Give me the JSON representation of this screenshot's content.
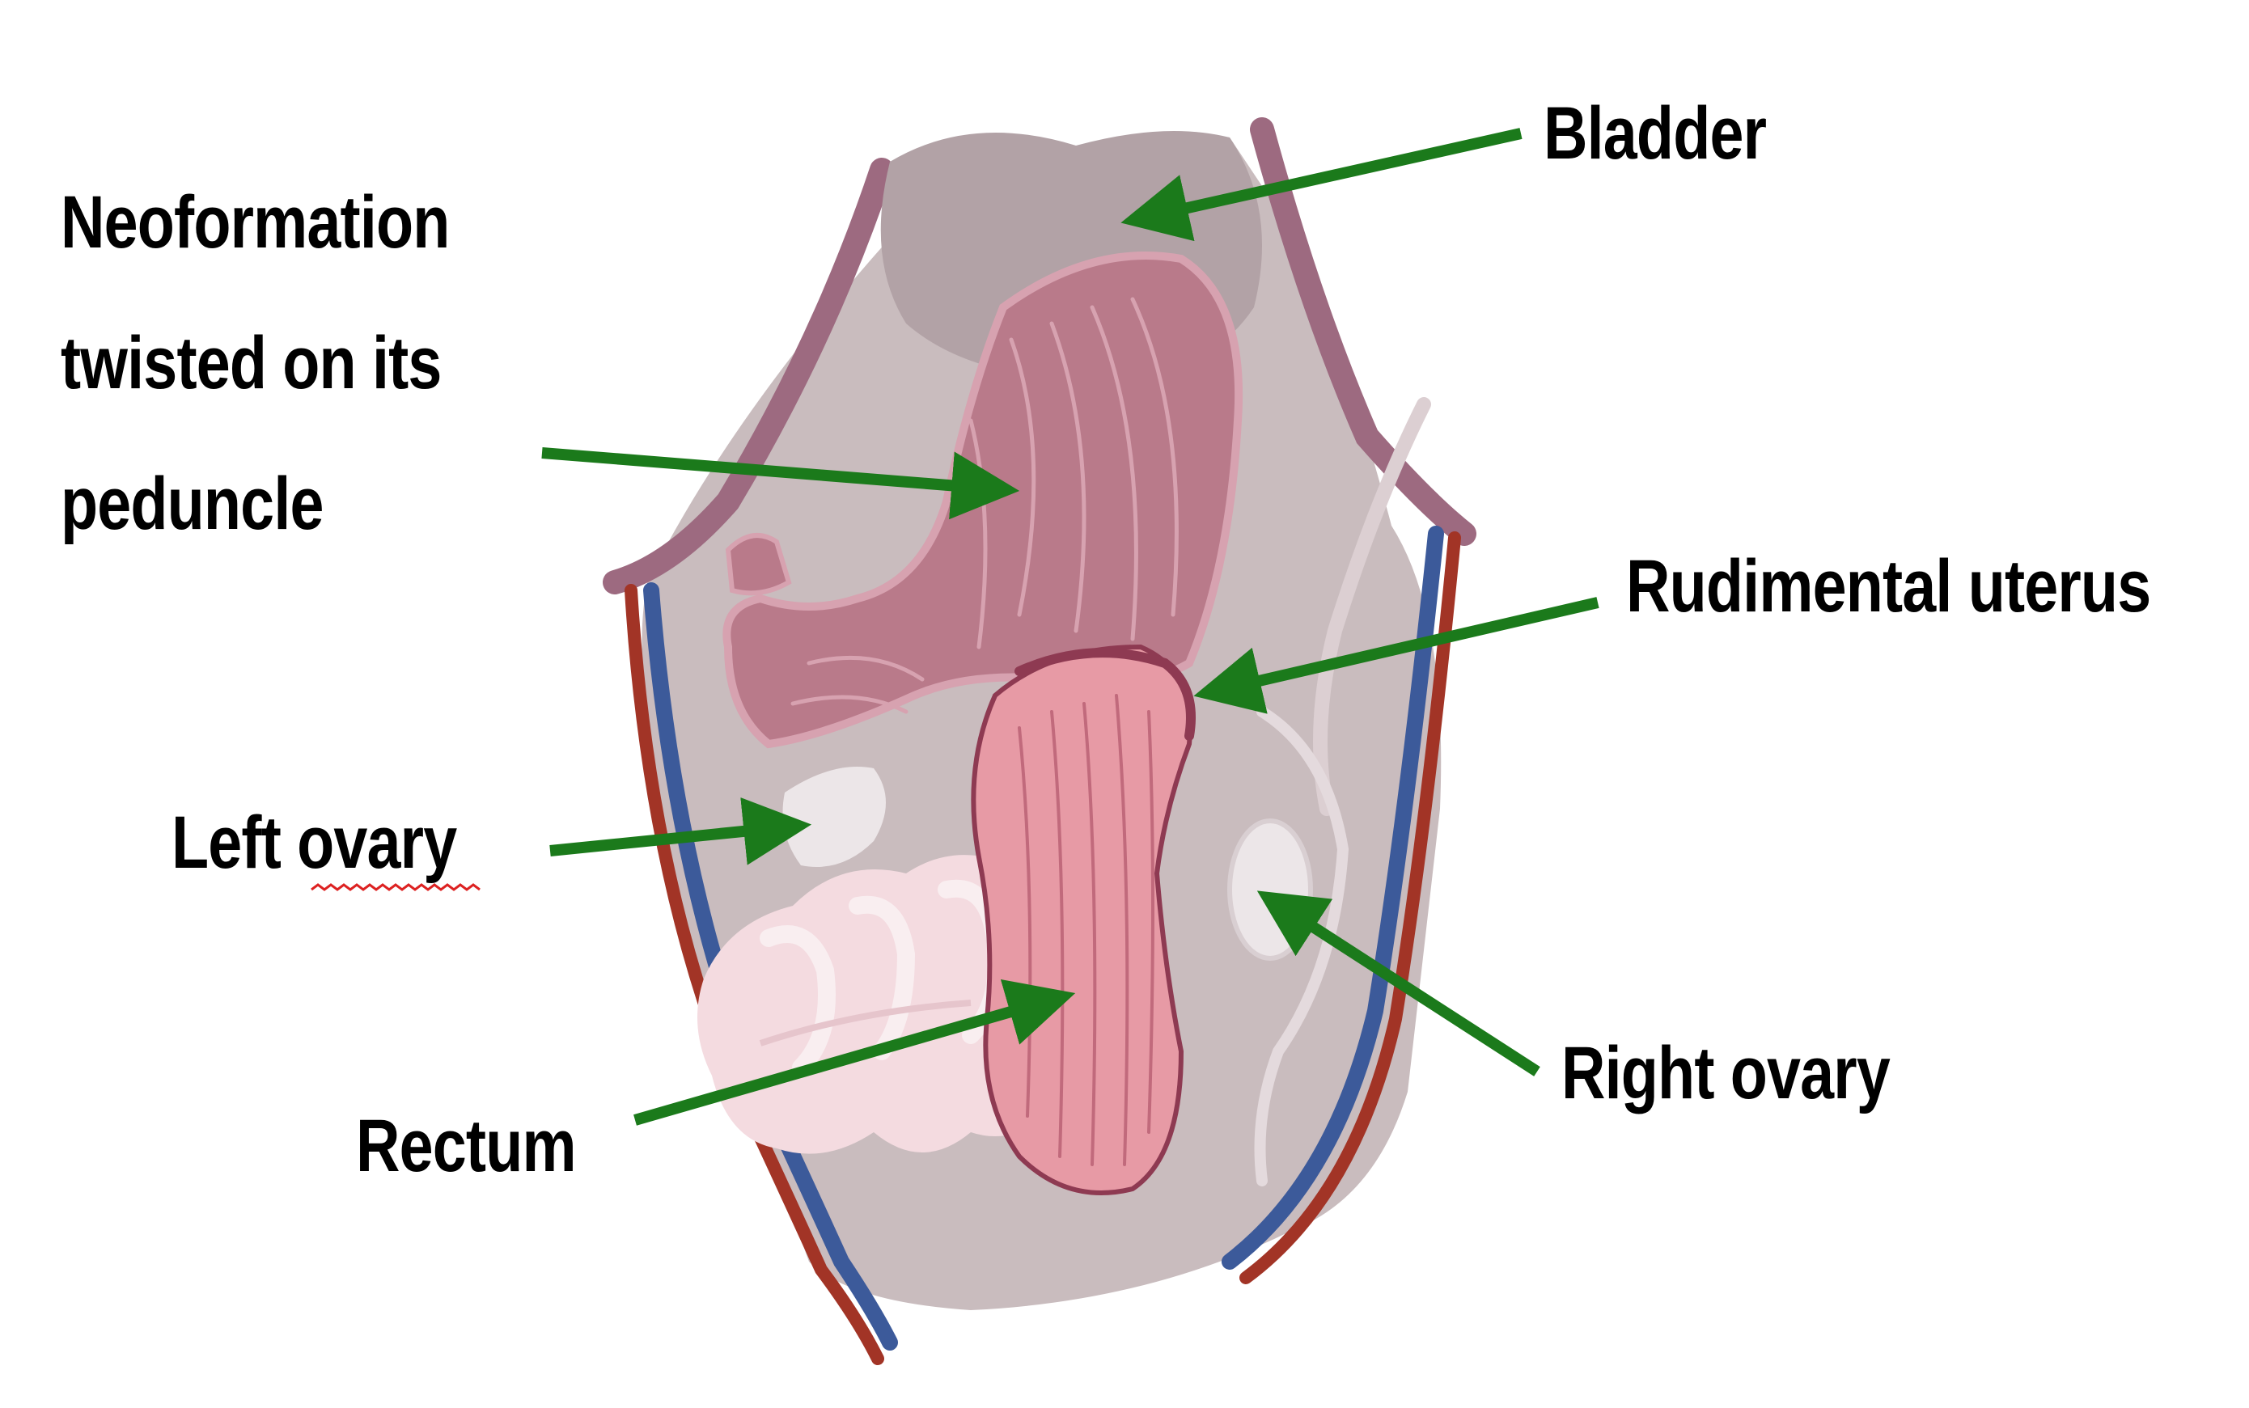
{
  "labels": {
    "bladder": "Bladder",
    "neoformation_l1": "Neoformation",
    "neoformation_l2": "twisted on its",
    "neoformation_l3": "peduncle",
    "rudimental_uterus": "Rudimental uterus",
    "left_ovary": "Left ovary",
    "right_ovary": "Right ovary",
    "rectum": "Rectum"
  },
  "colors": {
    "arrow": "#1b7a1b",
    "body_wall": "#9d6a80",
    "cavity": "#c9bcbe",
    "bladder": "#b2a2a6",
    "neoformation": "#b97a8a",
    "rectum": "#e79aa5",
    "intestine": "#f4dbe0",
    "ovary": "#ece6e8",
    "vein": "#3c5a9a",
    "artery": "#a23426"
  }
}
